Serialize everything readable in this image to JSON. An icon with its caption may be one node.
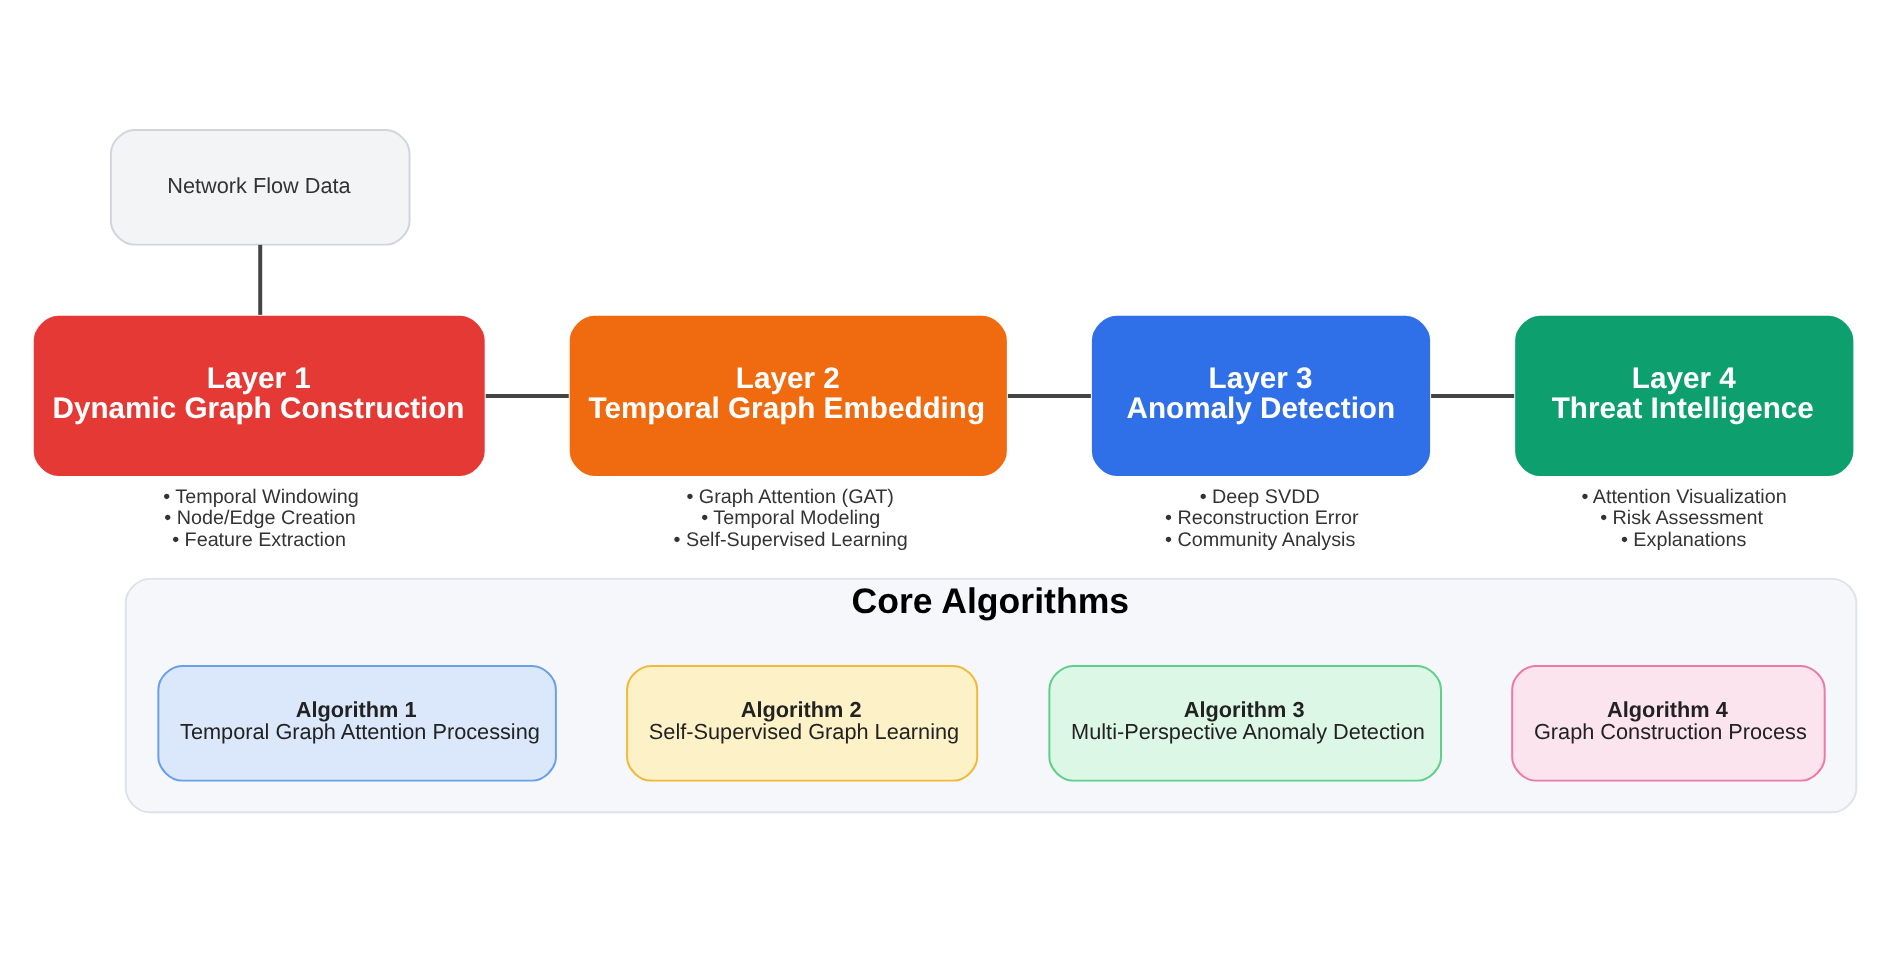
{
  "diagram": {
    "nodes": [
      {
        "text": [
          "Network Flow Data"
        ]
      },
      {
        "text": [
          "Layer 1",
          "Dynamic Graph Construction"
        ],
        "beside": [
          "• Temporal Windowing",
          "• Node/Edge Creation",
          "• Feature Extraction"
        ]
      },
      {
        "text": [
          "Layer 2",
          "Temporal Graph Embedding"
        ],
        "beside": [
          "• Graph Attention (GAT)",
          "• Temporal Modeling",
          "• Self-Supervised Learning"
        ]
      },
      {
        "text": [
          "Layer 3",
          "Anomaly Detection"
        ],
        "beside": [
          "• Deep SVDD",
          "• Reconstruction Error",
          "• Community Analysis"
        ]
      },
      {
        "text": [
          "Layer 4",
          "Threat Intelligence"
        ],
        "beside": [
          "• Attention Visualization",
          "• Risk Assessment",
          "• Explanations"
        ]
      },
      {
        "text": [
          "Core Algorithms"
        ]
      },
      {
        "text": [
          "Algorithm 1",
          "Temporal Graph Attention Processing"
        ],
        "in": 5
      },
      {
        "text": [
          "Algorithm 2",
          "Self-Supervised Graph Learning"
        ],
        "in": 5
      },
      {
        "text": [
          "Algorithm 3",
          "Multi-Perspective Anomaly Detection"
        ],
        "in": 5
      },
      {
        "text": [
          "Algorithm 4",
          "Graph Construction Process"
        ],
        "in": 5
      }
    ],
    "edges": [
      {
        "from": 0,
        "to": 1,
        "arrow": "none"
      },
      {
        "from": 1,
        "to": 2,
        "arrow": "none"
      },
      {
        "from": 2,
        "to": 3,
        "arrow": "none"
      },
      {
        "from": 3,
        "to": 4,
        "arrow": "none"
      }
    ]
  }
}
